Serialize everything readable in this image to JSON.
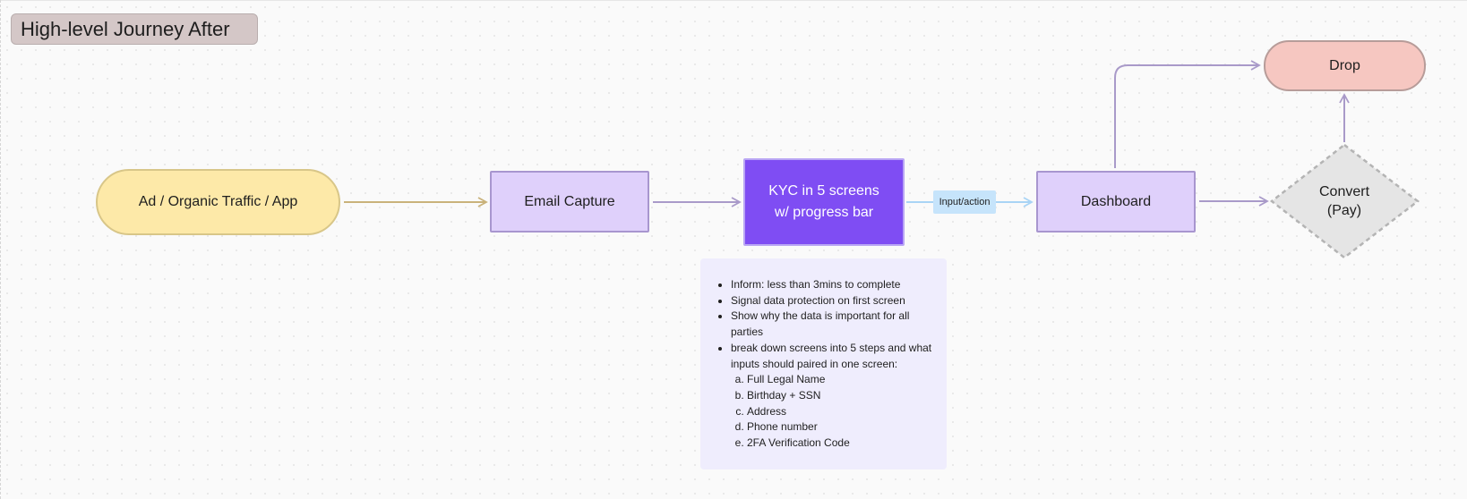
{
  "title": "High-level Journey After",
  "nodes": {
    "start": "Ad / Organic Traffic / App",
    "email": "Email Capture",
    "kyc_line1": "KYC in 5 screens",
    "kyc_line2": "w/ progress bar",
    "dashboard": "Dashboard",
    "convert_line1": "Convert",
    "convert_line2": "(Pay)",
    "drop": "Drop"
  },
  "edge_label": "Input/action",
  "note": {
    "bullets": [
      "Inform: less than 3mins to complete",
      "Signal data protection on first screen",
      "Show why the data is important for all parties",
      "break down screens into 5 steps and what inputs should paired in one screen:"
    ],
    "steps": [
      "Full Legal Name",
      "Birthday + SSN",
      "Address",
      "Phone number",
      "2FA Verification Code"
    ]
  },
  "colors": {
    "start_fill": "#fde9a8",
    "step_fill": "#dfd0fb",
    "kyc_fill": "#7f4df3",
    "drop_fill": "#f6c7c1",
    "decision_fill": "#e5e5e5",
    "note_fill": "#efedfd",
    "label_fill": "#c6e4fb",
    "title_fill": "#d4c7c7"
  }
}
